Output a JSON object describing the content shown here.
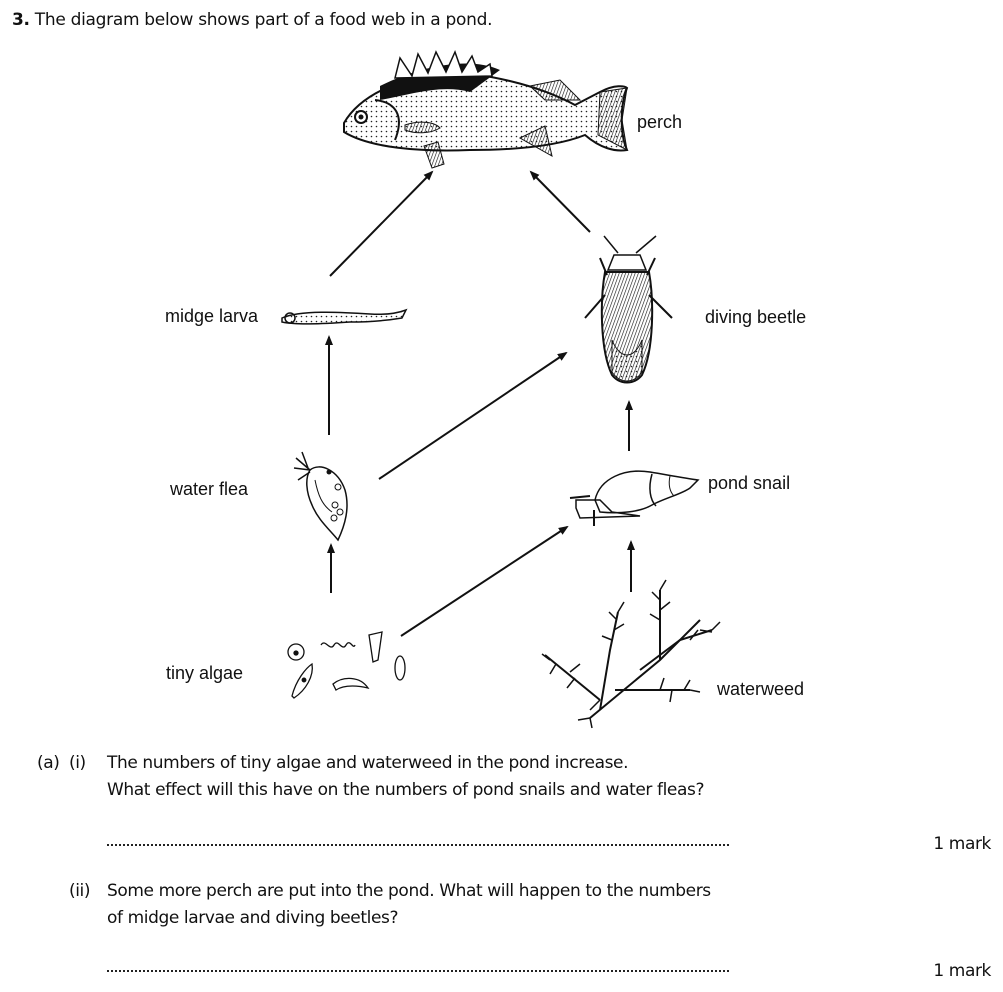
{
  "question": {
    "number": "3.",
    "intro": "The diagram below shows part of a food web in a pond."
  },
  "diagram": {
    "organisms": [
      {
        "id": "perch",
        "label": "perch",
        "icon": "perch-fish-icon"
      },
      {
        "id": "midge_larva",
        "label": "midge larva",
        "icon": "midge-larva-icon"
      },
      {
        "id": "diving_beetle",
        "label": "diving beetle",
        "icon": "diving-beetle-icon"
      },
      {
        "id": "water_flea",
        "label": "water flea",
        "icon": "water-flea-icon"
      },
      {
        "id": "pond_snail",
        "label": "pond snail",
        "icon": "pond-snail-icon"
      },
      {
        "id": "tiny_algae",
        "label": "tiny algae",
        "icon": "tiny-algae-icon"
      },
      {
        "id": "waterweed",
        "label": "waterweed",
        "icon": "waterweed-icon"
      }
    ],
    "arrows": [
      {
        "from": "midge_larva",
        "to": "perch"
      },
      {
        "from": "diving_beetle",
        "to": "perch"
      },
      {
        "from": "water_flea",
        "to": "midge_larva"
      },
      {
        "from": "water_flea",
        "to": "diving_beetle"
      },
      {
        "from": "pond_snail",
        "to": "diving_beetle"
      },
      {
        "from": "tiny_algae",
        "to": "water_flea"
      },
      {
        "from": "tiny_algae",
        "to": "pond_snail"
      },
      {
        "from": "waterweed",
        "to": "pond_snail"
      }
    ]
  },
  "parts": [
    {
      "part": "(a)",
      "sub": "(i)",
      "line1": "The numbers of tiny algae and waterweed in the pond increase.",
      "line2": "What effect will this have on the numbers of pond snails and water fleas?",
      "marks": "1 mark"
    },
    {
      "sub": "(ii)",
      "line1": "Some more perch are put into the pond. What will happen to the numbers",
      "line2": "of midge larvae and diving beetles?",
      "marks": "1 mark"
    }
  ]
}
